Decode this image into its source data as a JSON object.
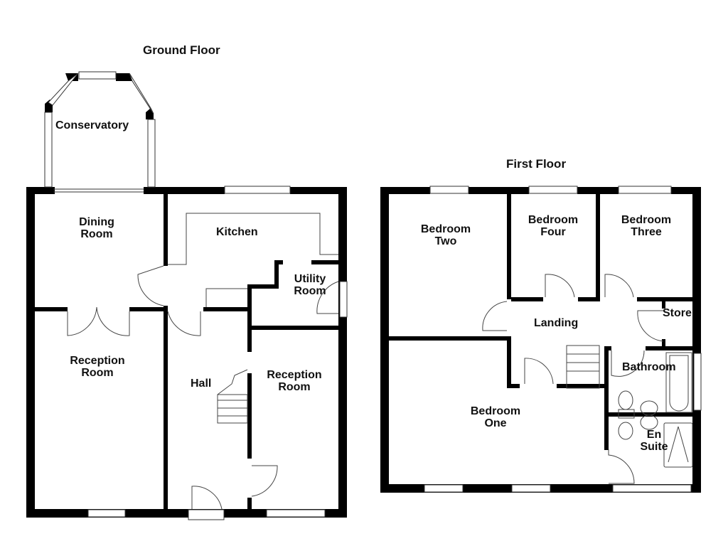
{
  "ground_floor": {
    "title": "Ground Floor",
    "rooms": [
      {
        "id": "conservatory",
        "lines": [
          "Conservatory"
        ]
      },
      {
        "id": "dining-room",
        "lines": [
          "Dining",
          "Room"
        ]
      },
      {
        "id": "kitchen",
        "lines": [
          "Kitchen"
        ]
      },
      {
        "id": "utility-room",
        "lines": [
          "Utility",
          "Room"
        ]
      },
      {
        "id": "reception-room-left",
        "lines": [
          "Reception",
          "Room"
        ]
      },
      {
        "id": "hall",
        "lines": [
          "Hall"
        ]
      },
      {
        "id": "reception-room-right",
        "lines": [
          "Reception",
          "Room"
        ]
      }
    ]
  },
  "first_floor": {
    "title": "First Floor",
    "rooms": [
      {
        "id": "bedroom-two",
        "lines": [
          "Bedroom",
          "Two"
        ]
      },
      {
        "id": "bedroom-four",
        "lines": [
          "Bedroom",
          "Four"
        ]
      },
      {
        "id": "bedroom-three",
        "lines": [
          "Bedroom",
          "Three"
        ]
      },
      {
        "id": "landing",
        "lines": [
          "Landing"
        ]
      },
      {
        "id": "store",
        "lines": [
          "Store"
        ]
      },
      {
        "id": "bathroom",
        "lines": [
          "Bathroom"
        ]
      },
      {
        "id": "bedroom-one",
        "lines": [
          "Bedroom",
          "One"
        ]
      },
      {
        "id": "en-suite",
        "lines": [
          "En",
          "Suite"
        ]
      }
    ]
  },
  "colors": {
    "wall": "#000000",
    "background": "#ffffff",
    "fixture_line": "#555555"
  }
}
